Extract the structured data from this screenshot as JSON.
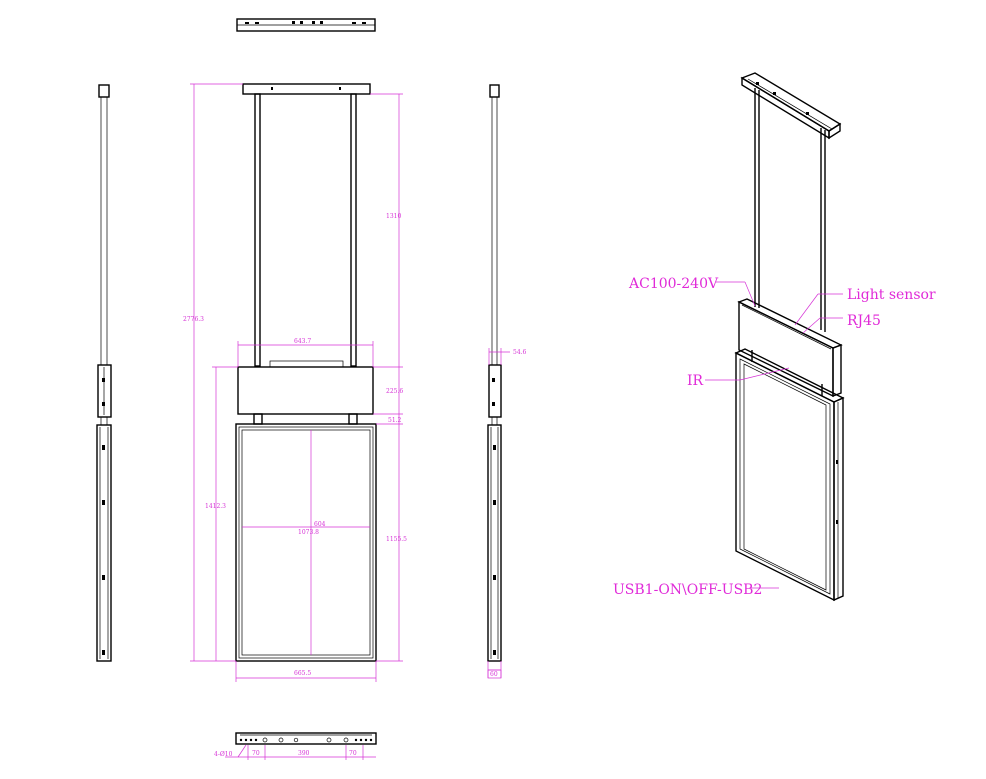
{
  "dimensions": {
    "overall_height": "2776.3",
    "upper_pole": "1310",
    "top_width": "643.7",
    "box_height": "225.6",
    "gap": "51.2",
    "screen_height": "1412.3",
    "screen_lower": "1155.5",
    "inner_width": "604",
    "inner_height": "1073.8",
    "bottom_width": "665.5",
    "side_depth": "54.6",
    "side_bottom": "60",
    "holes": "4-Ø10",
    "spacing_left": "70",
    "spacing_mid": "390",
    "spacing_right": "70"
  },
  "callouts": {
    "ac": "AC100-240V",
    "light_sensor": "Light sensor",
    "rj45": "RJ45",
    "ir": "IR",
    "usb": "USB1-ON\\OFF-USB2"
  },
  "colors": {
    "dimension": "#d633d6",
    "callout": "#e02ad8",
    "line": "#000000"
  }
}
